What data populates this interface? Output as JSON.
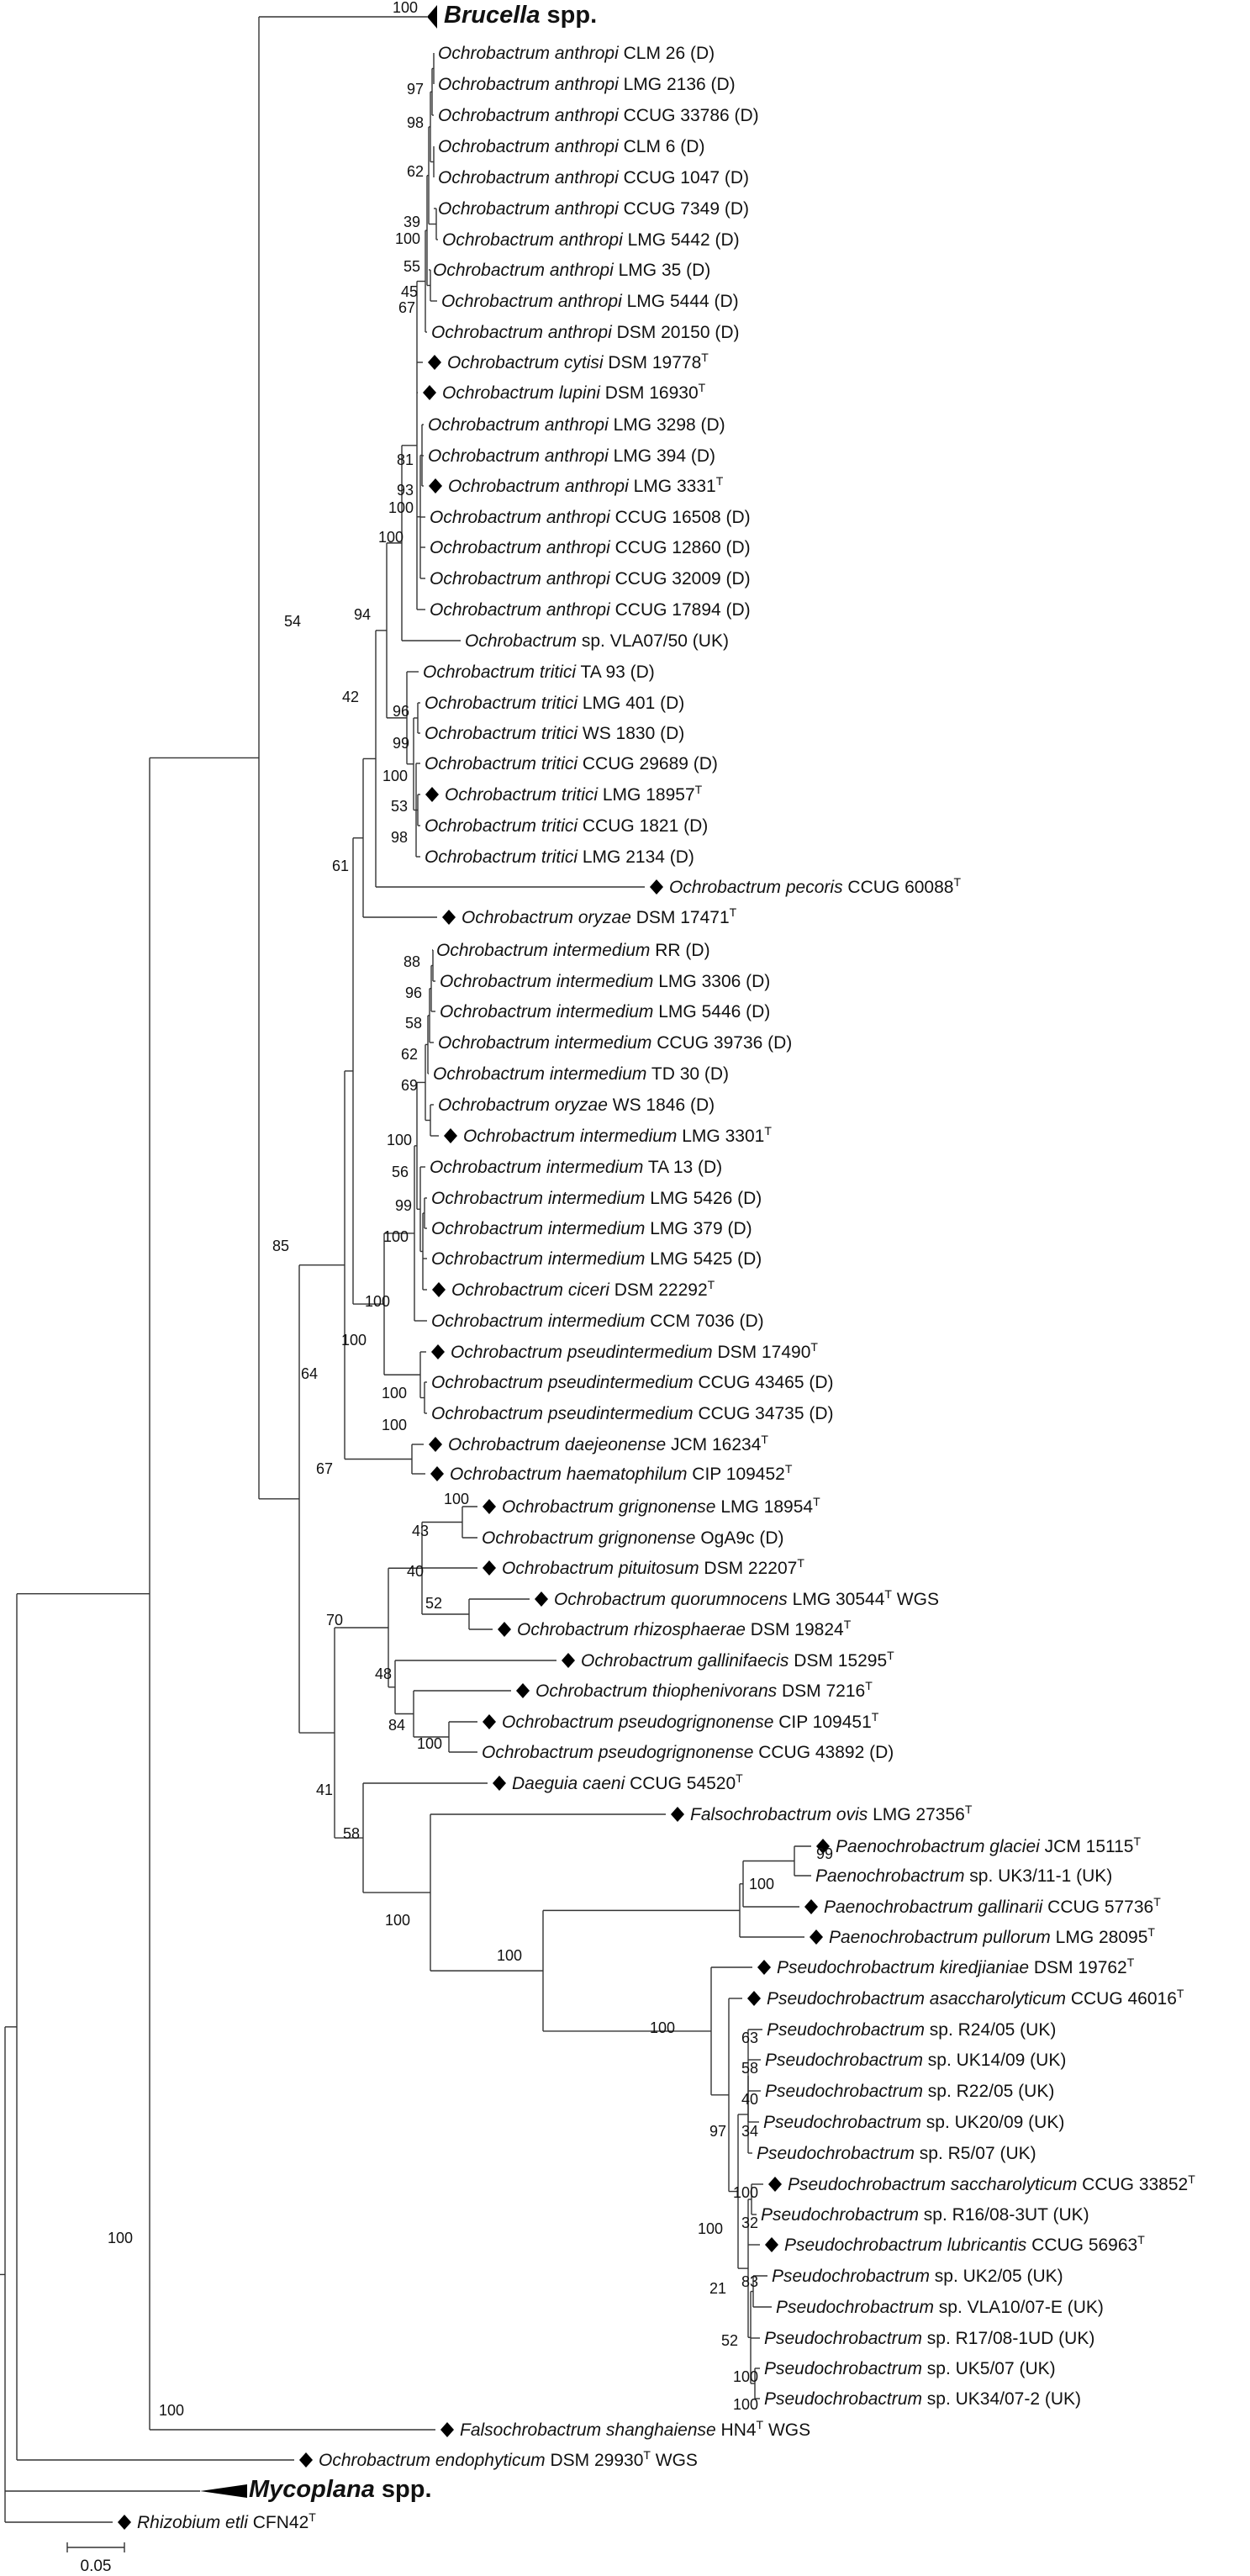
{
  "tree": {
    "scale_bar_label": "0.05",
    "diamond_icon": "filled-diamond-icon",
    "leaves": [
      {
        "id": "L1",
        "it": "Brucella",
        "rest": " spp.",
        "tag": "",
        "sub": "",
        "bold": true
      },
      {
        "id": "L2",
        "it": "Ochrobactrum anthropi",
        "rest": " CLM 26 (D)",
        "tag": "",
        "sub": ""
      },
      {
        "id": "L3",
        "it": "Ochrobactrum anthropi",
        "rest": " LMG 2136 (D)",
        "tag": "",
        "sub": ""
      },
      {
        "id": "L4",
        "it": "Ochrobactrum anthropi",
        "rest": " CCUG 33786 (D)",
        "tag": "",
        "sub": ""
      },
      {
        "id": "L5",
        "it": "Ochrobactrum anthropi",
        "rest": " CLM 6 (D)",
        "tag": "",
        "sub": ""
      },
      {
        "id": "L6",
        "it": "Ochrobactrum anthropi",
        "rest": " CCUG 1047 (D)",
        "tag": "",
        "sub": ""
      },
      {
        "id": "L7",
        "it": "Ochrobactrum anthropi",
        "rest": " CCUG 7349 (D)",
        "tag": "",
        "sub": ""
      },
      {
        "id": "L8",
        "it": "Ochrobactrum anthropi",
        "rest": " LMG 5442 (D)",
        "tag": "",
        "sub": ""
      },
      {
        "id": "L9",
        "it": "Ochrobactrum anthropi",
        "rest": " LMG 35 (D)",
        "tag": "",
        "sub": ""
      },
      {
        "id": "L10",
        "it": "Ochrobactrum anthropi",
        "rest": " LMG 5444 (D)",
        "tag": "",
        "sub": ""
      },
      {
        "id": "L11",
        "it": "Ochrobactrum anthropi",
        "rest": " DSM 20150 (D)",
        "tag": "",
        "sub": ""
      },
      {
        "id": "L12",
        "it": "Ochrobactrum cytisi",
        "rest": " DSM 19778",
        "tag": "",
        "sub": "T",
        "diamond": true
      },
      {
        "id": "L13",
        "it": "Ochrobactrum lupini",
        "rest": " DSM 16930",
        "tag": "",
        "sub": "T",
        "diamond": true
      },
      {
        "id": "L14",
        "it": "Ochrobactrum anthropi",
        "rest": " LMG 3298 (D)",
        "tag": "",
        "sub": ""
      },
      {
        "id": "L15",
        "it": "Ochrobactrum anthropi",
        "rest": " LMG 394 (D)",
        "tag": "",
        "sub": ""
      },
      {
        "id": "L16",
        "it": "Ochrobactrum anthropi",
        "rest": " LMG 3331",
        "tag": "",
        "sub": "T",
        "diamond": true
      },
      {
        "id": "L17",
        "it": "Ochrobactrum anthropi",
        "rest": " CCUG 16508 (D)",
        "tag": "",
        "sub": ""
      },
      {
        "id": "L18",
        "it": "Ochrobactrum anthropi",
        "rest": " CCUG 12860 (D)",
        "tag": "",
        "sub": ""
      },
      {
        "id": "L19",
        "it": "Ochrobactrum anthropi",
        "rest": " CCUG 32009 (D)",
        "tag": "",
        "sub": ""
      },
      {
        "id": "L20",
        "it": "Ochrobactrum anthropi",
        "rest": " CCUG 17894 (D)",
        "tag": "",
        "sub": ""
      },
      {
        "id": "L21",
        "it": "Ochrobactrum",
        "rest": " sp. VLA07/50 (UK)",
        "tag": "",
        "sub": ""
      },
      {
        "id": "L22",
        "it": "Ochrobactrum tritici",
        "rest": " TA 93 (D)",
        "tag": "",
        "sub": ""
      },
      {
        "id": "L23",
        "it": "Ochrobactrum tritici",
        "rest": " LMG 401 (D)",
        "tag": "",
        "sub": ""
      },
      {
        "id": "L24",
        "it": "Ochrobactrum tritici",
        "rest": " WS 1830 (D)",
        "tag": "",
        "sub": ""
      },
      {
        "id": "L25",
        "it": "Ochrobactrum tritici",
        "rest": " CCUG 29689 (D)",
        "tag": "",
        "sub": ""
      },
      {
        "id": "L26",
        "it": "Ochrobactrum tritici",
        "rest": " LMG 18957",
        "tag": "",
        "sub": "T",
        "diamond": true
      },
      {
        "id": "L27",
        "it": "Ochrobactrum tritici",
        "rest": " CCUG 1821 (D)",
        "tag": "",
        "sub": ""
      },
      {
        "id": "L28",
        "it": "Ochrobactrum tritici",
        "rest": " LMG 2134 (D)",
        "tag": "",
        "sub": ""
      },
      {
        "id": "L29",
        "it": "Ochrobactrum pecoris",
        "rest": " CCUG 60088",
        "tag": "",
        "sub": "T",
        "diamond": true
      },
      {
        "id": "L30",
        "it": "Ochrobactrum oryzae",
        "rest": " DSM 17471",
        "tag": "",
        "sub": "T",
        "diamond": true
      },
      {
        "id": "L31",
        "it": "Ochrobactrum intermedium",
        "rest": " RR (D)",
        "tag": "",
        "sub": ""
      },
      {
        "id": "L32",
        "it": "Ochrobactrum intermedium",
        "rest": " LMG 3306 (D)",
        "tag": "",
        "sub": ""
      },
      {
        "id": "L33",
        "it": "Ochrobactrum intermedium",
        "rest": " LMG 5446 (D)",
        "tag": "",
        "sub": ""
      },
      {
        "id": "L34",
        "it": "Ochrobactrum intermedium",
        "rest": " CCUG 39736 (D)",
        "tag": "",
        "sub": ""
      },
      {
        "id": "L35",
        "it": "Ochrobactrum intermedium",
        "rest": " TD 30 (D)",
        "tag": "",
        "sub": ""
      },
      {
        "id": "L36",
        "it": "Ochrobactrum oryzae",
        "rest": " WS 1846 (D)",
        "tag": "",
        "sub": ""
      },
      {
        "id": "L37",
        "it": "Ochrobactrum intermedium",
        "rest": " LMG 3301",
        "tag": "",
        "sub": "T",
        "diamond": true
      },
      {
        "id": "L38",
        "it": "Ochrobactrum intermedium",
        "rest": " TA 13 (D)",
        "tag": "",
        "sub": ""
      },
      {
        "id": "L39",
        "it": "Ochrobactrum intermedium",
        "rest": " LMG 5426 (D)",
        "tag": "",
        "sub": ""
      },
      {
        "id": "L40",
        "it": "Ochrobactrum intermedium",
        "rest": " LMG 379 (D)",
        "tag": "",
        "sub": ""
      },
      {
        "id": "L41",
        "it": "Ochrobactrum intermedium",
        "rest": " LMG 5425 (D)",
        "tag": "",
        "sub": ""
      },
      {
        "id": "L42",
        "it": "Ochrobactrum ciceri",
        "rest": " DSM 22292",
        "tag": "",
        "sub": "T",
        "diamond": true
      },
      {
        "id": "L43",
        "it": "Ochrobactrum intermedium",
        "rest": " CCM 7036 (D)",
        "tag": "",
        "sub": ""
      },
      {
        "id": "L44",
        "it": "Ochrobactrum pseudintermedium",
        "rest": " DSM 17490",
        "tag": "",
        "sub": "T",
        "diamond": true
      },
      {
        "id": "L45",
        "it": "Ochrobactrum pseudintermedium",
        "rest": " CCUG 43465 (D)",
        "tag": "",
        "sub": ""
      },
      {
        "id": "L46",
        "it": "Ochrobactrum pseudintermedium",
        "rest": " CCUG 34735 (D)",
        "tag": "",
        "sub": ""
      },
      {
        "id": "L47",
        "it": "Ochrobactrum daejeonense",
        "rest": "  JCM 16234",
        "tag": "",
        "sub": "T",
        "diamond": true
      },
      {
        "id": "L48",
        "it": "Ochrobactrum haematophilum",
        "rest": " CIP 109452",
        "tag": "",
        "sub": "T",
        "diamond": true
      },
      {
        "id": "L49",
        "it": "Ochrobactrum grignonense",
        "rest": " LMG 18954",
        "tag": "",
        "sub": "T",
        "diamond": true
      },
      {
        "id": "L50",
        "it": "Ochrobactrum grignonense",
        "rest": " OgA9c (D)",
        "tag": "",
        "sub": ""
      },
      {
        "id": "L51",
        "it": "Ochrobactrum pituitosum",
        "rest": " DSM 22207",
        "tag": "",
        "sub": "T",
        "diamond": true
      },
      {
        "id": "L52",
        "it": "Ochrobactrum quorumnocens",
        "rest": " LMG 30544",
        "tag": " WGS",
        "sub": "T",
        "diamond": true
      },
      {
        "id": "L53",
        "it": "Ochrobactrum rhizosphaerae",
        "rest": " DSM 19824",
        "tag": "",
        "sub": "T",
        "diamond": true
      },
      {
        "id": "L54",
        "it": "Ochrobactrum gallinifaecis",
        "rest": " DSM 15295",
        "tag": "",
        "sub": "T",
        "diamond": true
      },
      {
        "id": "L55",
        "it": "Ochrobactrum thiophenivorans",
        "rest": " DSM 7216",
        "tag": "",
        "sub": "T",
        "diamond": true
      },
      {
        "id": "L56",
        "it": "Ochrobactrum pseudogrignonense",
        "rest": "  CIP 109451",
        "tag": "",
        "sub": "T",
        "diamond": true
      },
      {
        "id": "L57",
        "it": "Ochrobactrum pseudogrignonense",
        "rest": "  CCUG 43892 (D)",
        "tag": "",
        "sub": ""
      },
      {
        "id": "L58",
        "it": "Daeguia caeni",
        "rest": " CCUG 54520",
        "tag": "",
        "sub": "T",
        "diamond": true
      },
      {
        "id": "L59",
        "it": "Falsochrobactrum ovis",
        "rest": " LMG 27356",
        "tag": "",
        "sub": "T",
        "diamond": true
      },
      {
        "id": "L60",
        "it": "Paenochrobactrum glaciei",
        "rest": " JCM 15115",
        "tag": "",
        "sub": "T",
        "diamond": true
      },
      {
        "id": "L61",
        "it": "Paenochrobactrum",
        "rest": " sp. UK3/11-1 (UK)",
        "tag": "",
        "sub": ""
      },
      {
        "id": "L62",
        "it": "Paenochrobactrum gallinarii",
        "rest": " CCUG 57736",
        "tag": "",
        "sub": "T",
        "diamond": true
      },
      {
        "id": "L63",
        "it": "Paenochrobactrum pullorum",
        "rest": " LMG 28095",
        "tag": "",
        "sub": "T",
        "diamond": true
      },
      {
        "id": "L64",
        "it": "Pseudochrobactrum kiredjianiae",
        "rest": " DSM 19762",
        "tag": "",
        "sub": "T",
        "diamond": true
      },
      {
        "id": "L65",
        "it": "Pseudochrobactrum asaccharolyticum",
        "rest": " CCUG 46016",
        "tag": "",
        "sub": "T",
        "diamond": true
      },
      {
        "id": "L66",
        "it": "Pseudochrobactrum",
        "rest": " sp. R24/05 (UK)",
        "tag": "",
        "sub": ""
      },
      {
        "id": "L67",
        "it": "Pseudochrobactrum",
        "rest": " sp. UK14/09 (UK)",
        "tag": "",
        "sub": ""
      },
      {
        "id": "L68",
        "it": "Pseudochrobactrum",
        "rest": " sp. R22/05 (UK)",
        "tag": "",
        "sub": ""
      },
      {
        "id": "L69",
        "it": "Pseudochrobactrum",
        "rest": " sp. UK20/09 (UK)",
        "tag": "",
        "sub": ""
      },
      {
        "id": "L70",
        "it": "Pseudochrobactrum",
        "rest": " sp. R5/07 (UK)",
        "tag": "",
        "sub": ""
      },
      {
        "id": "L71",
        "it": "Pseudochrobactrum saccharolyticum",
        "rest": " CCUG 33852",
        "tag": "",
        "sub": "T",
        "diamond": true
      },
      {
        "id": "L72",
        "it": "Pseudochrobactrum",
        "rest": " sp. R16/08-3UT (UK)",
        "tag": "",
        "sub": ""
      },
      {
        "id": "L73",
        "it": "Pseudochrobactrum lubricantis",
        "rest": " CCUG 56963",
        "tag": "",
        "sub": "T",
        "diamond": true
      },
      {
        "id": "L74",
        "it": "Pseudochrobactrum",
        "rest": " sp. UK2/05 (UK)",
        "tag": "",
        "sub": ""
      },
      {
        "id": "L75",
        "it": "Pseudochrobactrum",
        "rest": " sp. VLA10/07-E (UK)",
        "tag": "",
        "sub": ""
      },
      {
        "id": "L76",
        "it": "Pseudochrobactrum",
        "rest": " sp. R17/08-1UD (UK)",
        "tag": "",
        "sub": ""
      },
      {
        "id": "L77",
        "it": "Pseudochrobactrum",
        "rest": " sp. UK5/07 (UK)",
        "tag": "",
        "sub": ""
      },
      {
        "id": "L78",
        "it": "Pseudochrobactrum",
        "rest": " sp. UK34/07-2 (UK)",
        "tag": "",
        "sub": ""
      },
      {
        "id": "L79",
        "it": "Falsochrobactrum shanghaiense",
        "rest": " HN4",
        "tag": " WGS",
        "sub": "T",
        "diamond": true
      },
      {
        "id": "L80",
        "it": "Ochrobactrum endophyticum",
        "rest": " DSM 29930",
        "tag": " WGS",
        "sub": "T",
        "diamond": true
      },
      {
        "id": "L81",
        "it": "Mycoplana",
        "rest": " spp.",
        "tag": "",
        "sub": "",
        "bold": true
      },
      {
        "id": "L82",
        "it": "Rhizobium etli",
        "rest": " CFN42",
        "tag": "",
        "sub": "T",
        "diamond": true
      }
    ],
    "bootstrap_labels": [
      "100",
      "97",
      "98",
      "62",
      "39",
      "100",
      "55",
      "45",
      "67",
      "81",
      "93",
      "100",
      "100",
      "94",
      "96",
      "99",
      "100",
      "53",
      "98",
      "42",
      "61",
      "54",
      "88",
      "96",
      "58",
      "62",
      "69",
      "100",
      "56",
      "99",
      "100",
      "100",
      "100",
      "100",
      "100",
      "64",
      "67",
      "85",
      "100",
      "43",
      "40",
      "52",
      "70",
      "48",
      "84",
      "100",
      "41",
      "99",
      "100",
      "100",
      "58",
      "100",
      "100",
      "63",
      "58",
      "40",
      "34",
      "97",
      "100",
      "32",
      "100",
      "83",
      "21",
      "52",
      "100",
      "100",
      "100",
      "100"
    ]
  }
}
